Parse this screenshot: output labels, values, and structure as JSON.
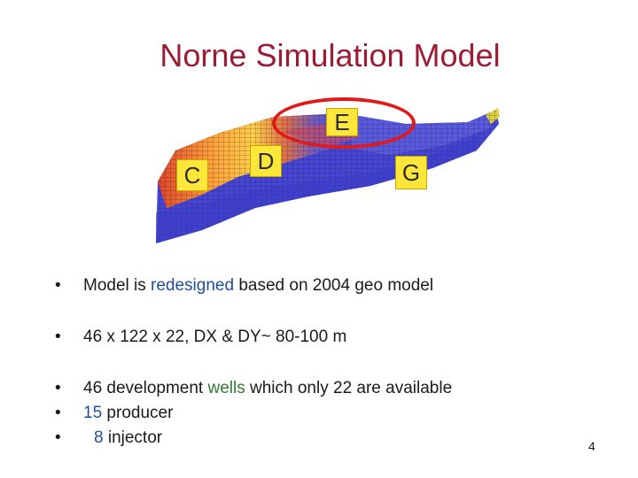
{
  "slide": {
    "title": "Norne Simulation Model",
    "page_number": "4"
  },
  "figure": {
    "zone_labels": {
      "c": "C",
      "d": "D",
      "e": "E",
      "g": "G"
    }
  },
  "bullets": {
    "b1": {
      "dot": "•",
      "pre": "Model is ",
      "highlight": "redesigned",
      "post": " based on 2004 geo model"
    },
    "b2": {
      "dot": "•",
      "text": "46 x 122 x 22, DX & DY~ 80-100 m"
    },
    "b3": {
      "dot": "•",
      "pre": "46 development ",
      "highlight": "wells",
      "post": " which only 22 are available"
    },
    "b4": {
      "dot": "•",
      "highlight": "15",
      "post": " producer"
    },
    "b5": {
      "dot": "•",
      "highlight": "8",
      "post": " injector"
    }
  },
  "colors": {
    "title": "#9c1c34",
    "highlight_blue": "#1f4e9c",
    "highlight_green": "#2f7a2f",
    "zone_label_bg": "#ffe63a",
    "ellipse": "#e01a1a"
  }
}
